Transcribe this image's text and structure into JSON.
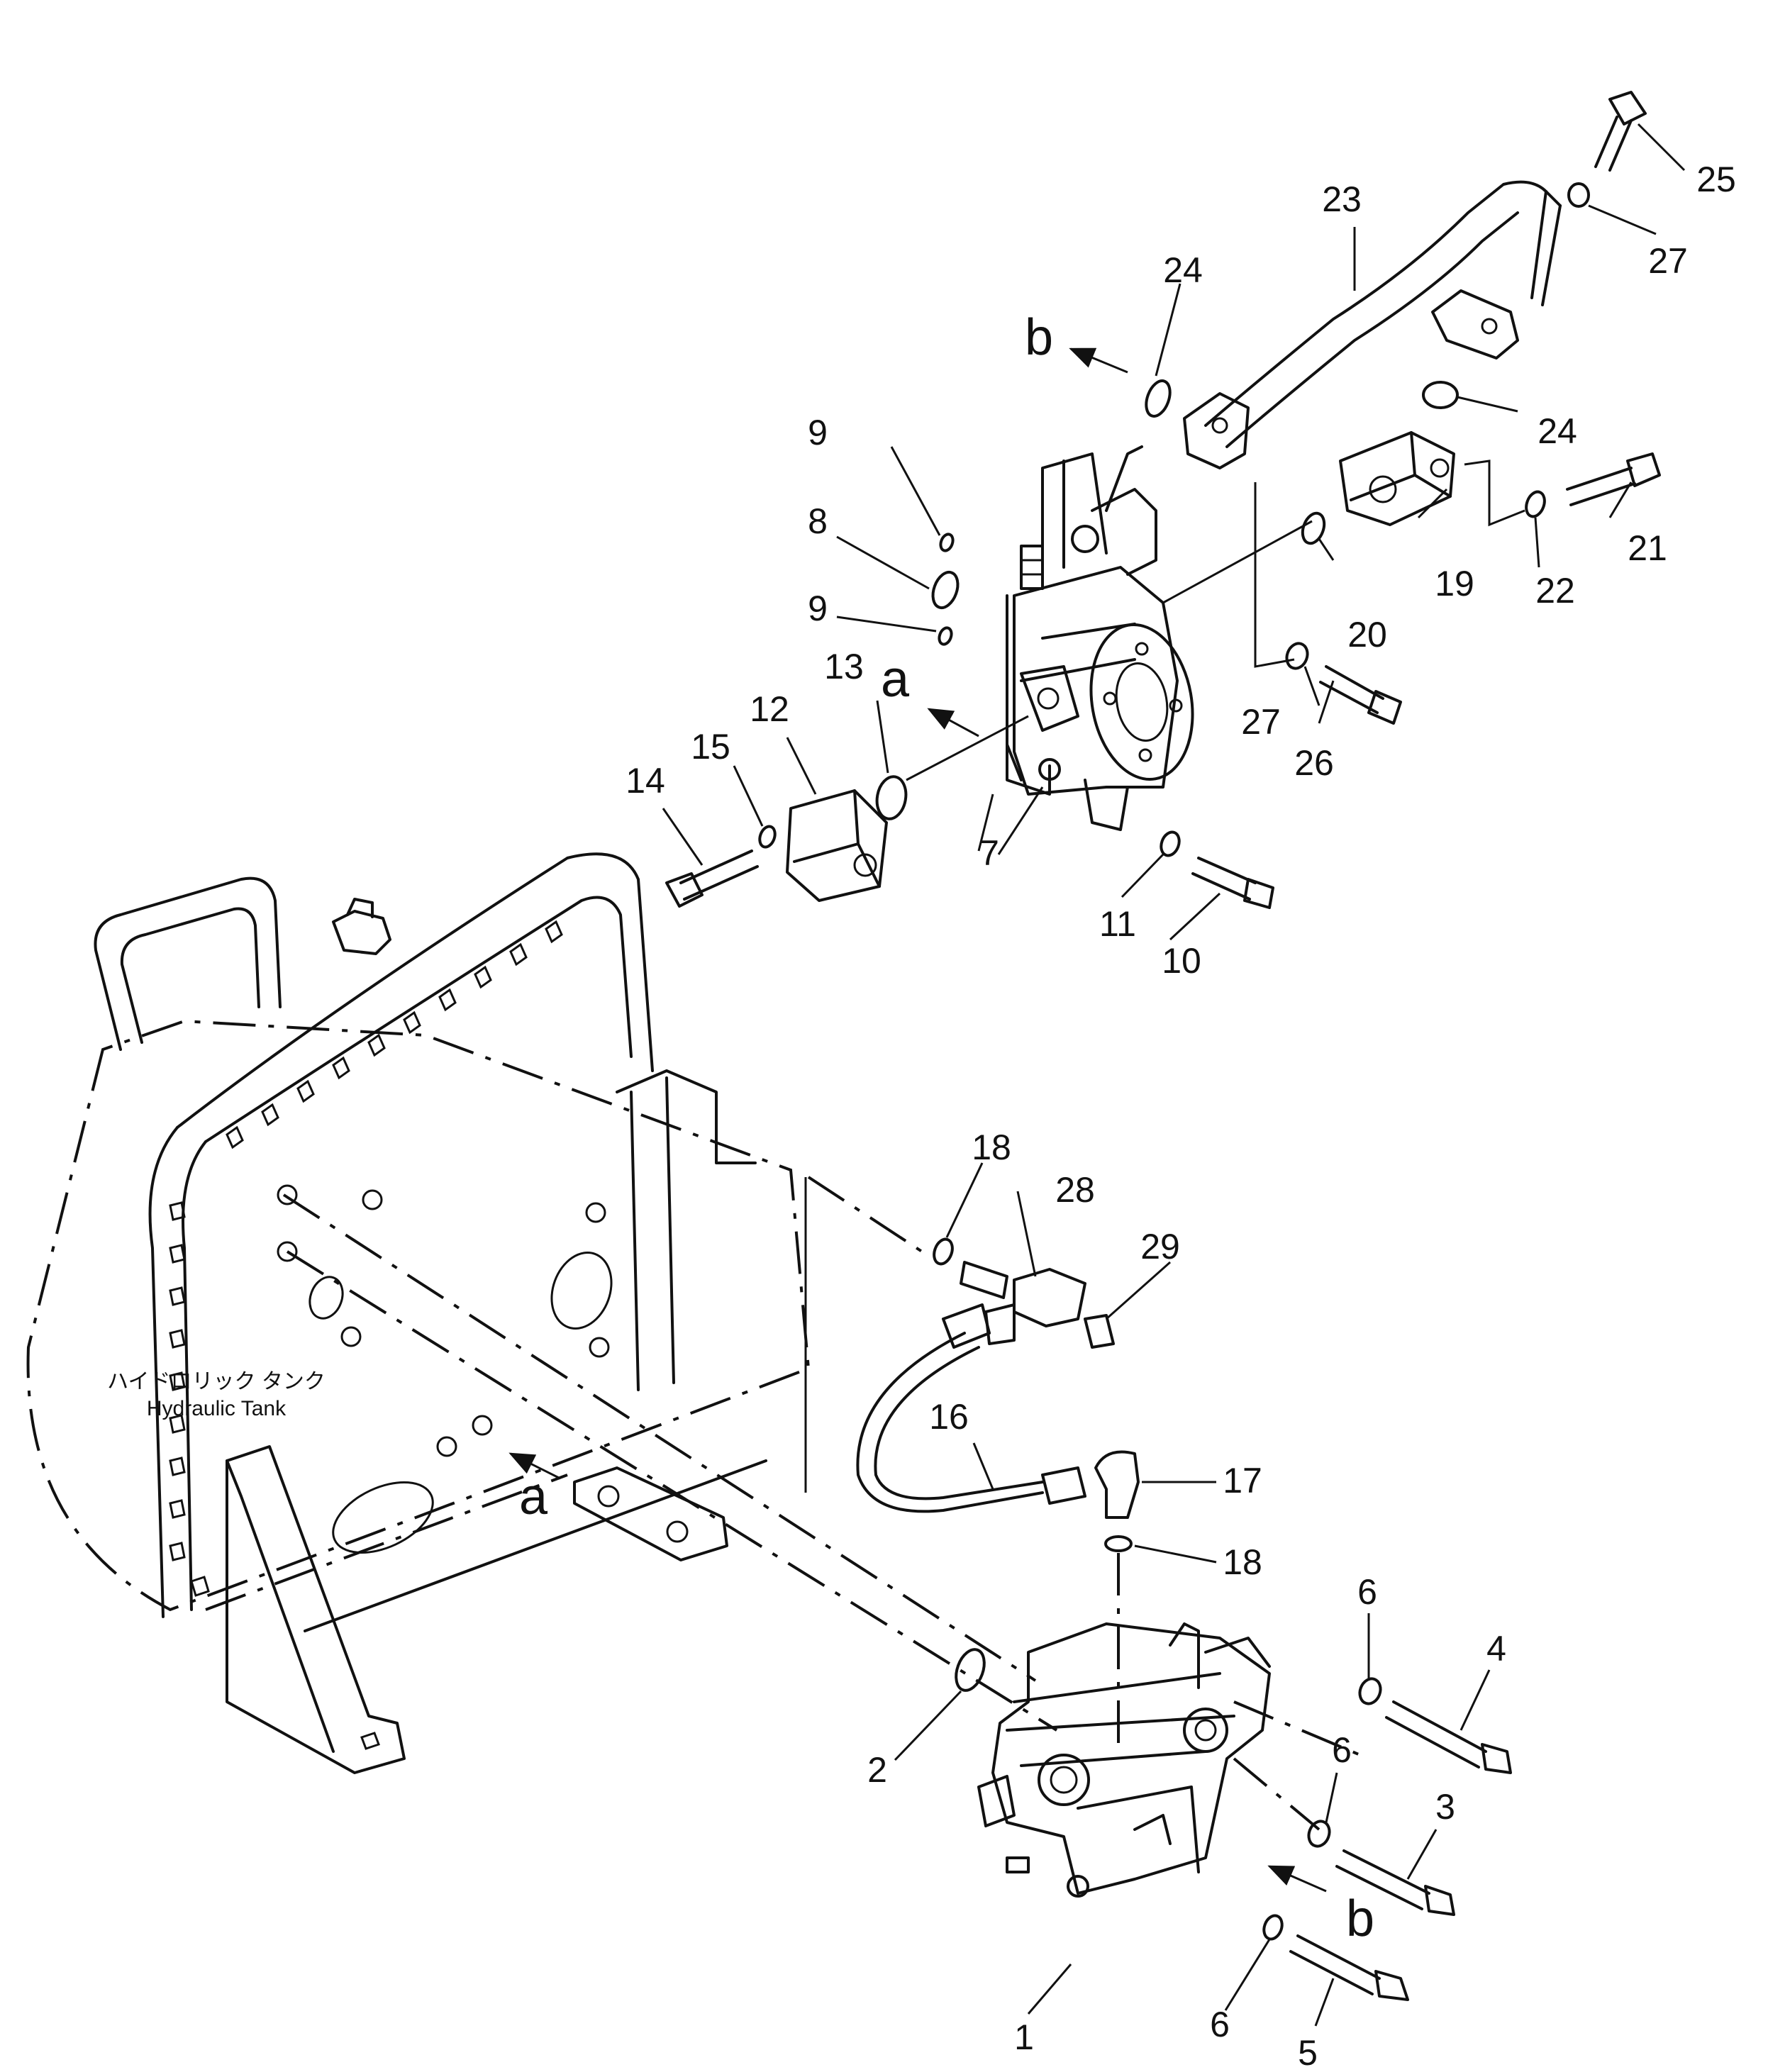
{
  "tank_label_jp": "ハイドロリック タンク",
  "tank_label_en": "Hydraulic Tank",
  "view_arrows": {
    "a": "a",
    "b": "b"
  },
  "callouts": {
    "c1": "1",
    "c2": "2",
    "c3": "3",
    "c4": "4",
    "c5": "5",
    "c6": "6",
    "c7": "7",
    "c8": "8",
    "c9": "9",
    "c10": "10",
    "c11": "11",
    "c12": "12",
    "c13": "13",
    "c14": "14",
    "c15": "15",
    "c16": "16",
    "c17": "17",
    "c18": "18",
    "c19": "19",
    "c20": "20",
    "c21": "21",
    "c22": "22",
    "c23": "23",
    "c24": "24",
    "c25": "25",
    "c26": "26",
    "c27": "27",
    "c28": "28",
    "c29": "29"
  }
}
